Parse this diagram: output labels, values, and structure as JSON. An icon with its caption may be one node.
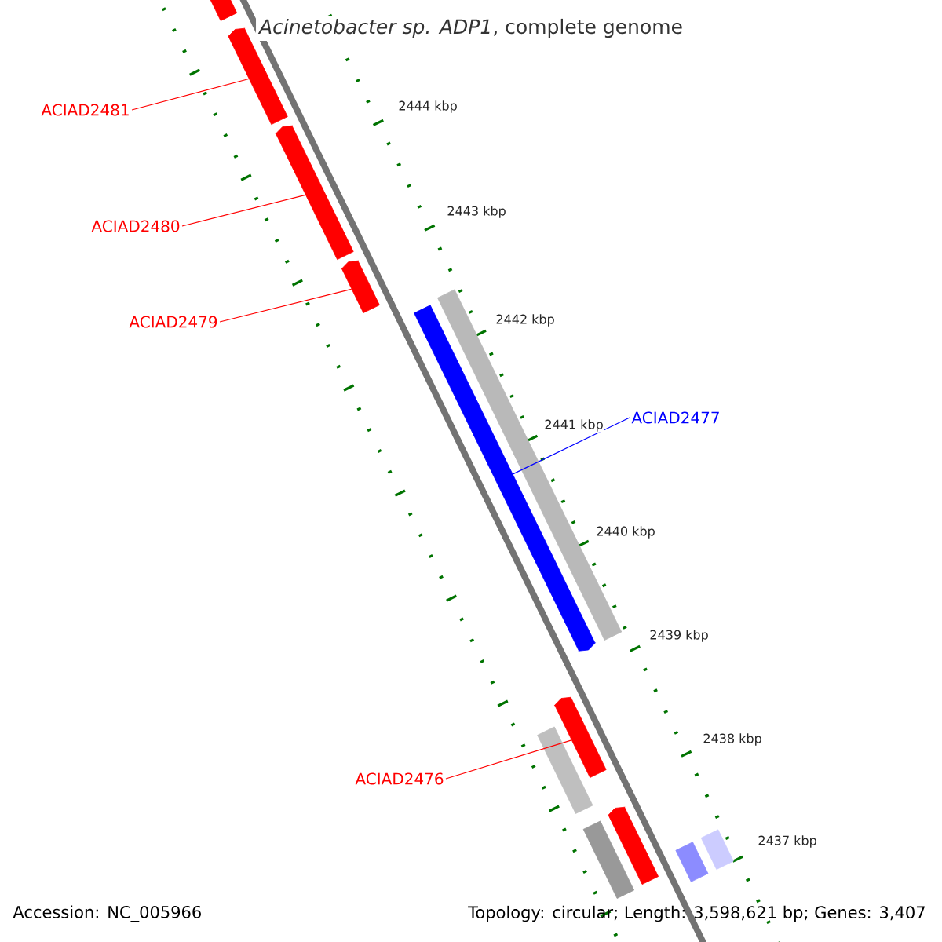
{
  "diagram": {
    "title": "*Acinetobacter sp. ADP1*, complete genome",
    "nodes": [
      {
        "text": [
          "ACIAD2481"
        ]
      },
      {
        "text": [
          "ACIAD2480"
        ]
      },
      {
        "text": [
          "ACIAD2479"
        ]
      },
      {
        "text": [
          "ACIAD2477"
        ]
      },
      {
        "text": [
          "ACIAD2476"
        ]
      },
      {
        "text": [],
        "shape": "arrow"
      },
      {
        "text": [],
        "shape": "arrow"
      },
      {
        "text": [],
        "shape": "arrow"
      },
      {
        "text": [],
        "shape": "arrow"
      },
      {
        "text": [],
        "shape": "bar"
      },
      {
        "text": [],
        "shape": "arrow"
      },
      {
        "text": [],
        "shape": "arrow"
      },
      {
        "text": [],
        "shape": "bar"
      },
      {
        "text": [],
        "shape": "arrow"
      },
      {
        "text": [],
        "shape": "bar"
      },
      {
        "text": [],
        "shape": "bar"
      },
      {
        "text": [],
        "shape": "bar"
      }
    ],
    "edges": [
      {
        "from": 0,
        "to": 6,
        "arrow": "none"
      },
      {
        "from": 1,
        "to": 7,
        "arrow": "none"
      },
      {
        "from": 2,
        "to": 8,
        "arrow": "none"
      },
      {
        "from": 3,
        "to": 10,
        "arrow": "none",
        "color": "#0000ff"
      },
      {
        "from": 4,
        "to": 11,
        "arrow": "none"
      }
    ],
    "labels": [
      "2444 kbp",
      "2443 kbp",
      "2442 kbp",
      "2441 kbp",
      "2440 kbp",
      "2439 kbp",
      "2438 kbp",
      "2437 kbp",
      "Accession: NC_005966",
      "Topology: circular; Length: 3,598,621 bp; Genes: 3,407"
    ]
  }
}
